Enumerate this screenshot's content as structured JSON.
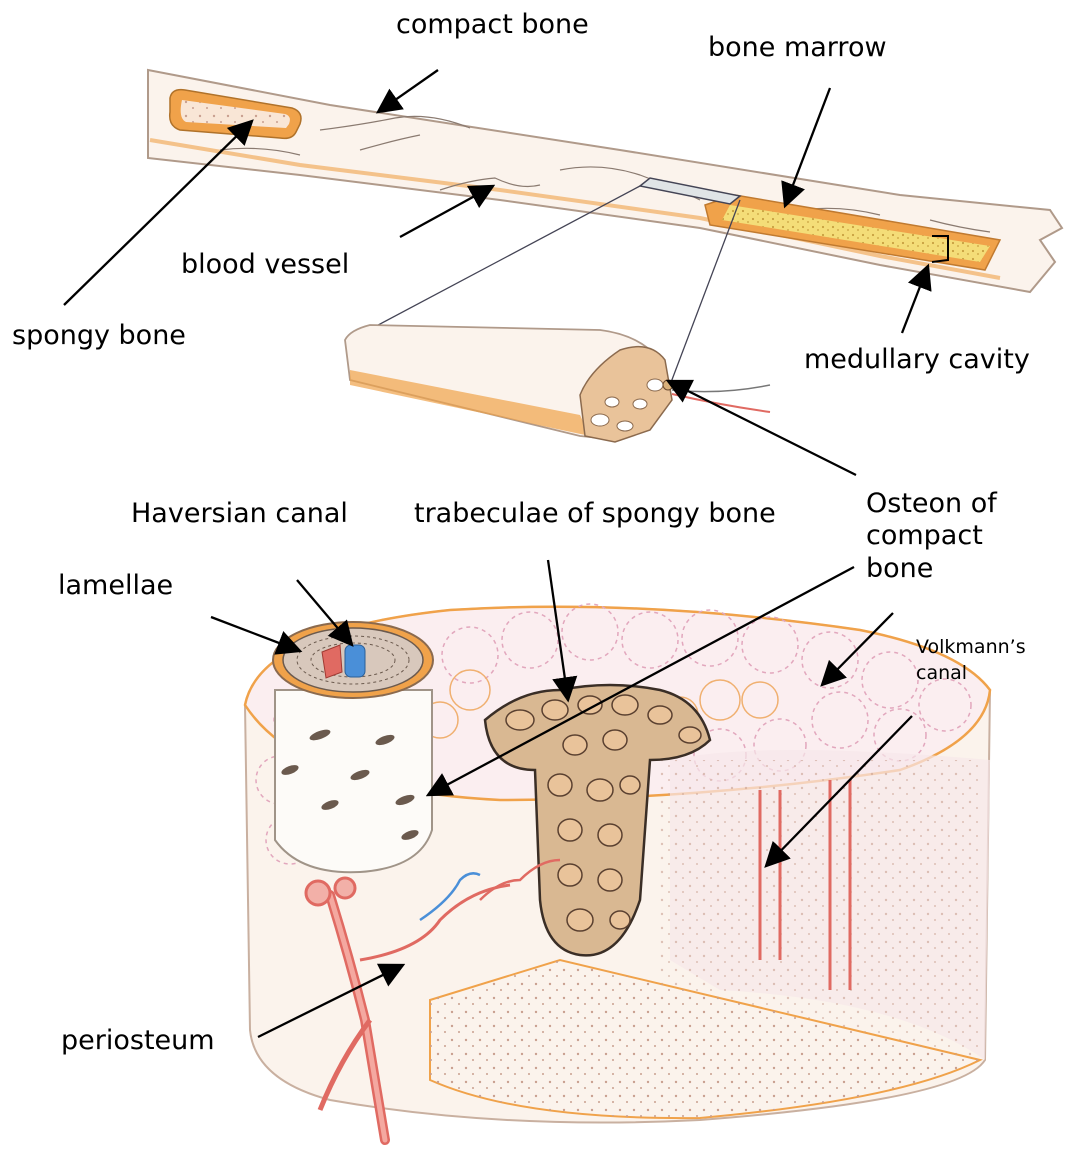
{
  "labels": {
    "compact_bone": "compact bone",
    "bone_marrow": "bone marrow",
    "blood_vessel": "blood vessel",
    "spongy_bone": "spongy bone",
    "medullary_cavity": "medullary cavity",
    "haversian_canal": "Haversian canal",
    "trabeculae": "trabeculae of spongy bone",
    "osteon_line1": "Osteon of",
    "osteon_line2": "compact",
    "osteon_line3": "bone",
    "lamellae": "lamellae",
    "volkmann_line1": "Volkmann’s",
    "volkmann_line2": "canal",
    "periosteum": "periosteum"
  },
  "colors": {
    "bone_fill": "#fbf3ec",
    "bone_outline": "#b09a8a",
    "orange": "#f0a24a",
    "marrow_yellow": "#f4dd78",
    "artery_red": "#e06a62",
    "vein_blue": "#4a8fd8",
    "trabecula_brown": "#8b6a4e",
    "osteon_pink": "#e9b8c9"
  }
}
